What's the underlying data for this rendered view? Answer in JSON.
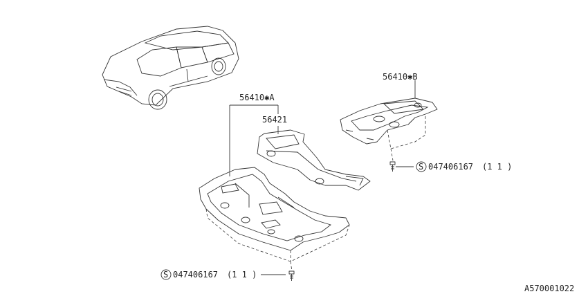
{
  "diagram_id": "A570001022",
  "parts": {
    "undercover_a": "56410✱A",
    "undercover_b": "56410✱B",
    "undercover_rear": "56421"
  },
  "fasteners": {
    "screw_right": {
      "symbol": "S",
      "part_no": "047406167",
      "qty": "(1 1 )"
    },
    "screw_bottom": {
      "symbol": "S",
      "part_no": "047406167",
      "qty": "(1 1 )"
    }
  }
}
